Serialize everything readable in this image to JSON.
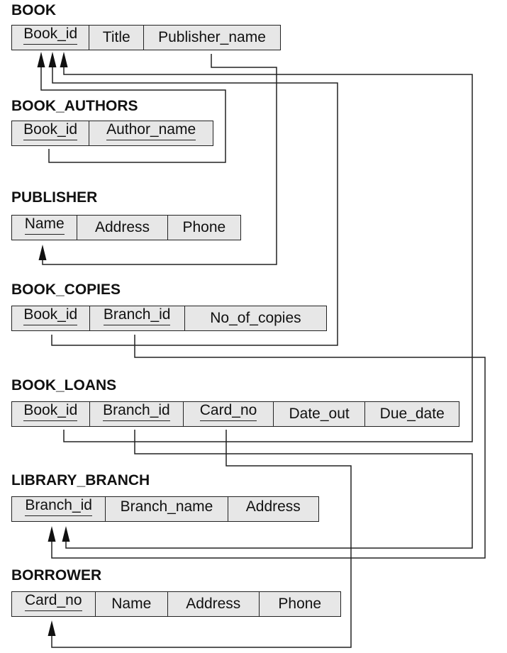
{
  "colors": {
    "cell_fill": "#e7e7e7",
    "line": "#222222",
    "text": "#111111"
  },
  "relations": {
    "book": {
      "name": "BOOK",
      "attributes": [
        {
          "label": "Book_id",
          "primary_key": true
        },
        {
          "label": "Title",
          "primary_key": false
        },
        {
          "label": "Publisher_name",
          "primary_key": false
        }
      ]
    },
    "book_authors": {
      "name": "BOOK_AUTHORS",
      "attributes": [
        {
          "label": "Book_id",
          "primary_key": true
        },
        {
          "label": "Author_name",
          "primary_key": true
        }
      ]
    },
    "publisher": {
      "name": "PUBLISHER",
      "attributes": [
        {
          "label": "Name",
          "primary_key": true
        },
        {
          "label": "Address",
          "primary_key": false
        },
        {
          "label": "Phone",
          "primary_key": false
        }
      ]
    },
    "book_copies": {
      "name": "BOOK_COPIES",
      "attributes": [
        {
          "label": "Book_id",
          "primary_key": true
        },
        {
          "label": "Branch_id",
          "primary_key": true
        },
        {
          "label": "No_of_copies",
          "primary_key": false
        }
      ]
    },
    "book_loans": {
      "name": "BOOK_LOANS",
      "attributes": [
        {
          "label": "Book_id",
          "primary_key": true
        },
        {
          "label": "Branch_id",
          "primary_key": true
        },
        {
          "label": "Card_no",
          "primary_key": true
        },
        {
          "label": "Date_out",
          "primary_key": false
        },
        {
          "label": "Due_date",
          "primary_key": false
        }
      ]
    },
    "library_branch": {
      "name": "LIBRARY_BRANCH",
      "attributes": [
        {
          "label": "Branch_id",
          "primary_key": true
        },
        {
          "label": "Branch_name",
          "primary_key": false
        },
        {
          "label": "Address",
          "primary_key": false
        }
      ]
    },
    "borrower": {
      "name": "BORROWER",
      "attributes": [
        {
          "label": "Card_no",
          "primary_key": true
        },
        {
          "label": "Name",
          "primary_key": false
        },
        {
          "label": "Address",
          "primary_key": false
        },
        {
          "label": "Phone",
          "primary_key": false
        }
      ]
    }
  },
  "foreign_keys": [
    {
      "from": "BOOK_AUTHORS.Book_id",
      "to": "BOOK.Book_id"
    },
    {
      "from": "BOOK.Publisher_name",
      "to": "PUBLISHER.Name"
    },
    {
      "from": "BOOK_COPIES.Book_id",
      "to": "BOOK.Book_id"
    },
    {
      "from": "BOOK_COPIES.Branch_id",
      "to": "LIBRARY_BRANCH.Branch_id"
    },
    {
      "from": "BOOK_LOANS.Book_id",
      "to": "BOOK.Book_id"
    },
    {
      "from": "BOOK_LOANS.Branch_id",
      "to": "LIBRARY_BRANCH.Branch_id"
    },
    {
      "from": "BOOK_LOANS.Card_no",
      "to": "BORROWER.Card_no"
    }
  ]
}
